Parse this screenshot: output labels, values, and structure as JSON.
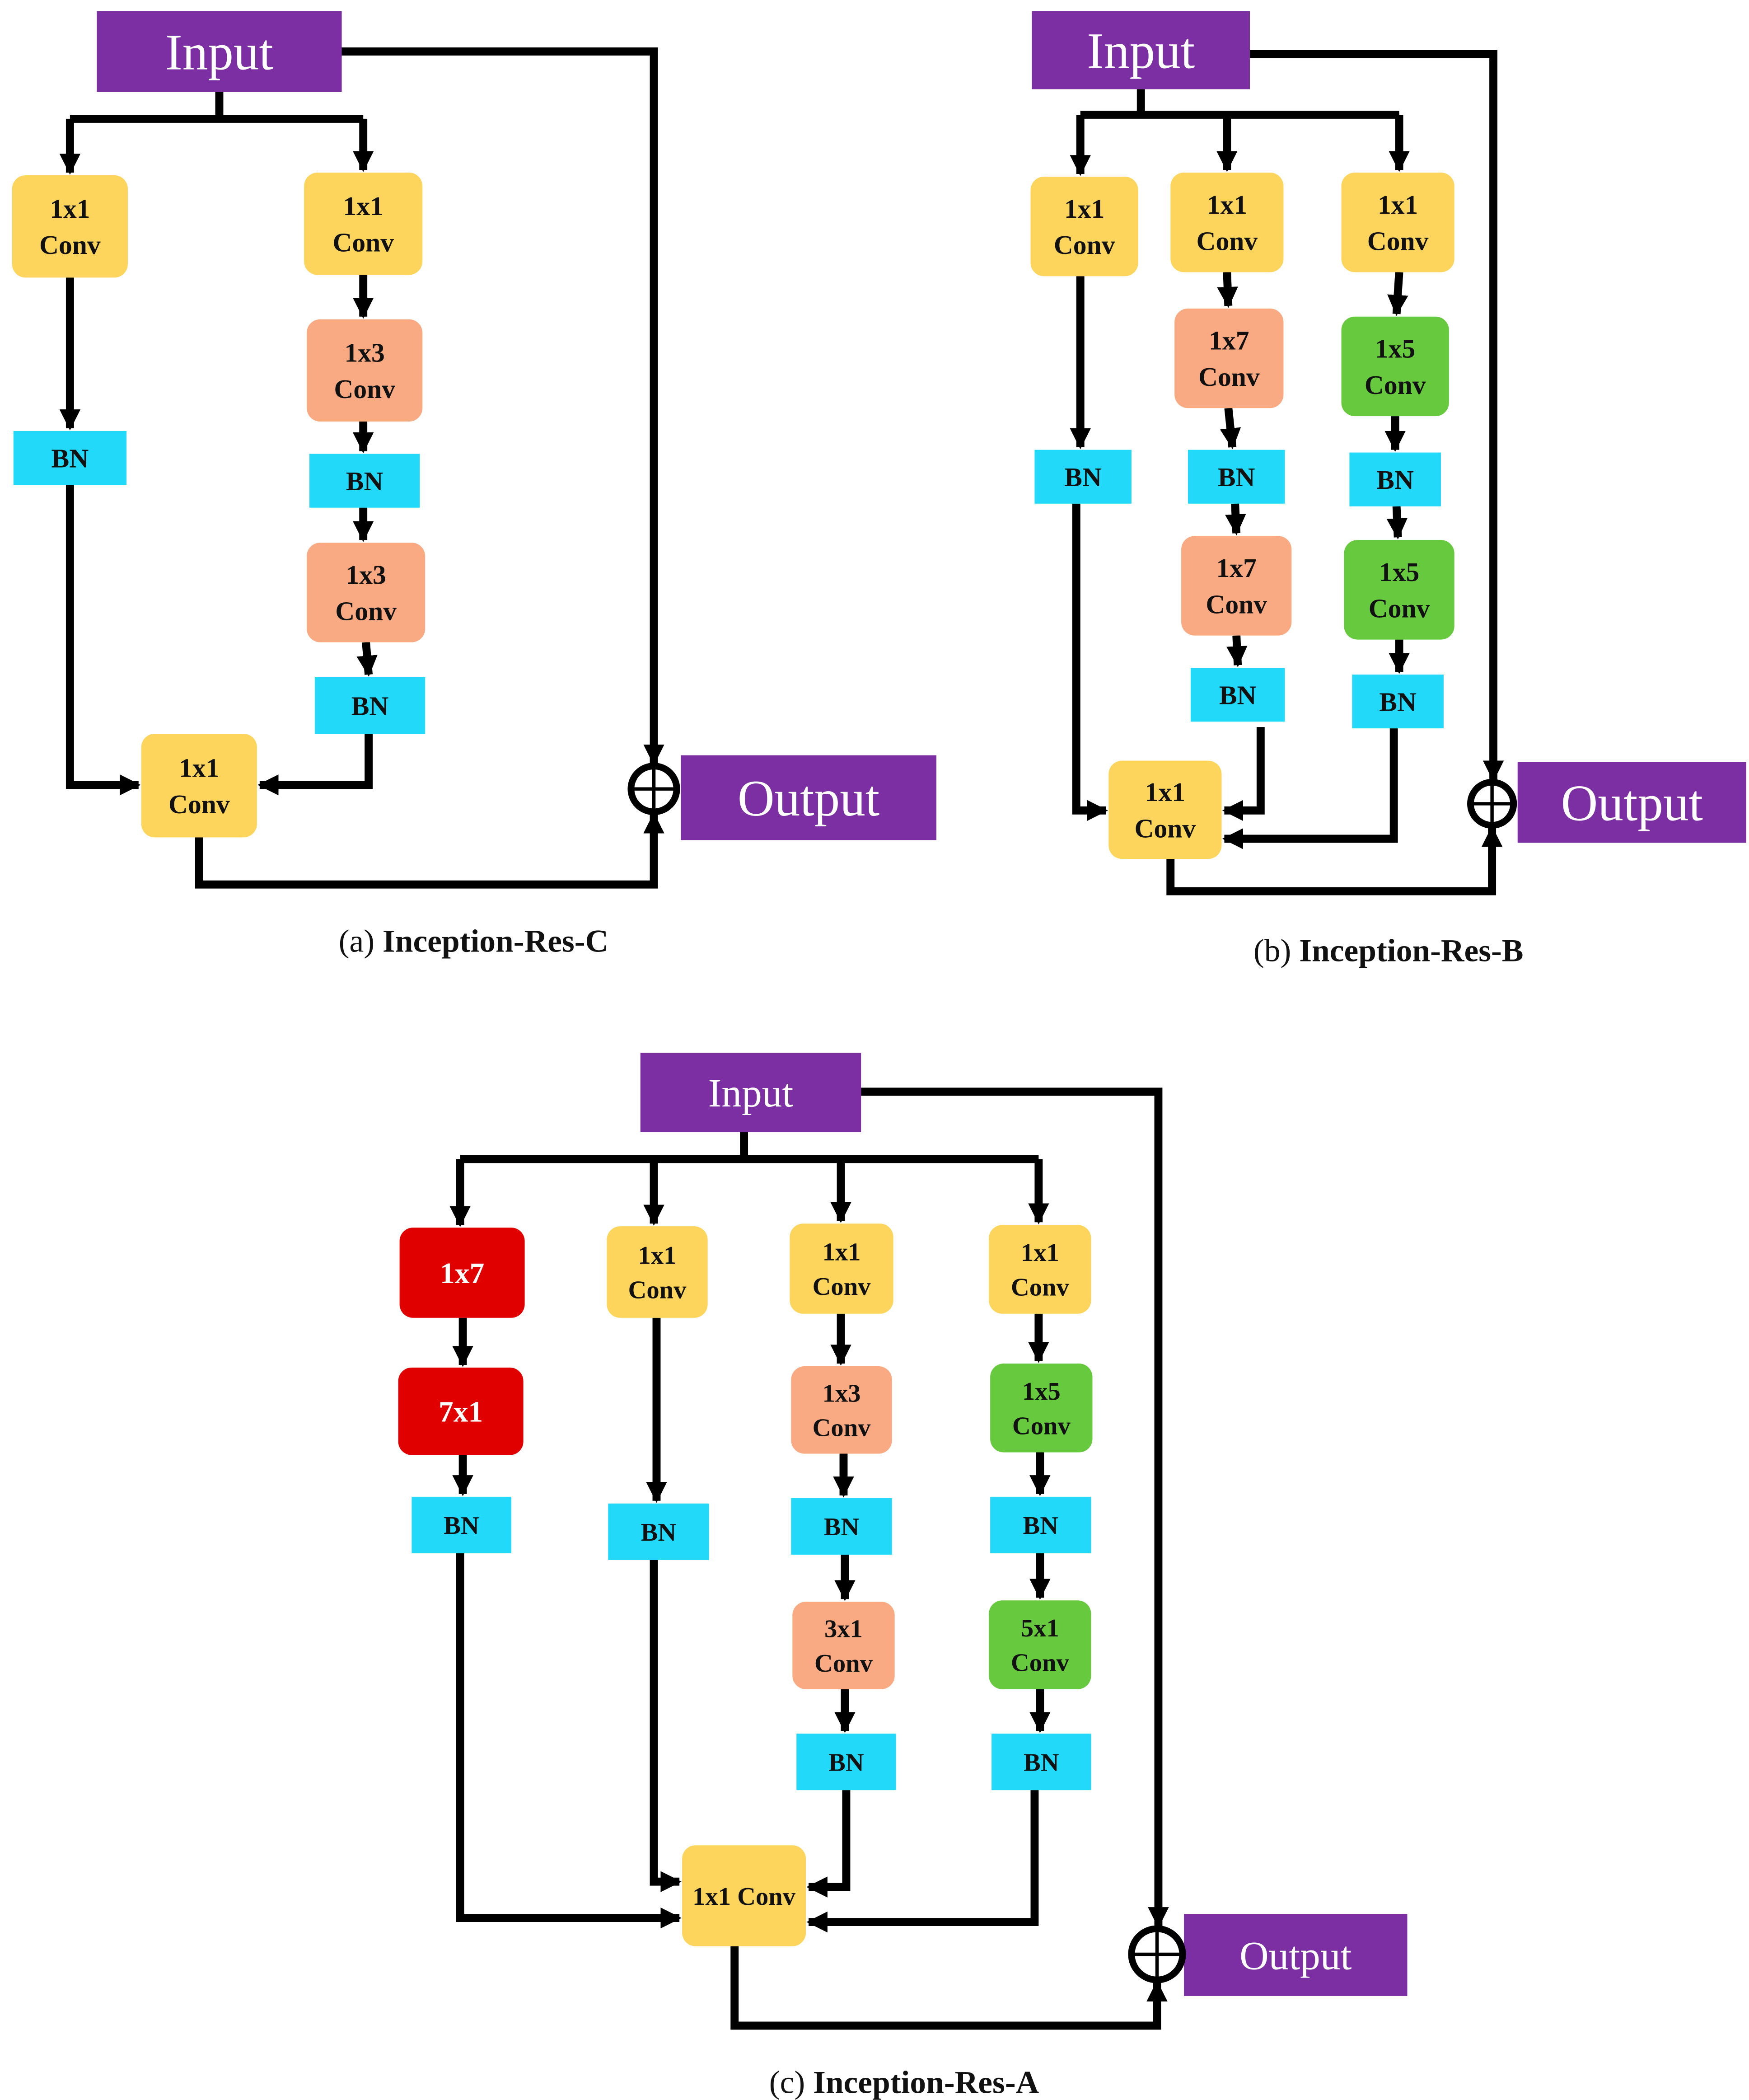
{
  "colors": {
    "io": "#7B2FA3",
    "conv1x1": "#FDD55C",
    "conv_salmon": "#F9AA82",
    "conv_green": "#66C93E",
    "conv_red": "#E00000",
    "bn": "#22D9F9"
  },
  "diagrams": {
    "c": {
      "caption_prefix": "(a) ",
      "caption": "Inception-Res-C",
      "input": "Input",
      "output": "Output",
      "b1_conv": [
        "1x1",
        "Conv"
      ],
      "b1_bn": "BN",
      "b2_conv1": [
        "1x1",
        "Conv"
      ],
      "b2_conv2": [
        "1x3",
        "Conv"
      ],
      "b2_bn1": "BN",
      "b2_conv3": [
        "1x3",
        "Conv"
      ],
      "b2_bn2": "BN",
      "merge": [
        "1x1",
        "Conv"
      ]
    },
    "b": {
      "caption_prefix": "(b) ",
      "caption": "Inception-Res-B",
      "input": "Input",
      "output": "Output",
      "b1_conv": [
        "1x1",
        "Conv"
      ],
      "b1_bn": "BN",
      "b2_conv1": [
        "1x1",
        "Conv"
      ],
      "b2_conv2": [
        "1x7",
        "Conv"
      ],
      "b2_bn1": "BN",
      "b2_conv3": [
        "1x7",
        "Conv"
      ],
      "b2_bn2": "BN",
      "b3_conv1": [
        "1x1",
        "Conv"
      ],
      "b3_conv2": [
        "1x5",
        "Conv"
      ],
      "b3_bn1": "BN",
      "b3_conv3": [
        "1x5",
        "Conv"
      ],
      "b3_bn2": "BN",
      "merge": [
        "1x1",
        "Conv"
      ]
    },
    "a": {
      "caption_prefix": "(c) ",
      "caption": "Inception-Res-A",
      "input": "Input",
      "output": "Output",
      "b1_conv1": "1x7",
      "b1_conv2": "7x1",
      "b1_bn": "BN",
      "b2_conv": [
        "1x1",
        "Conv"
      ],
      "b2_bn": "BN",
      "b3_conv1": [
        "1x1",
        "Conv"
      ],
      "b3_conv2": [
        "1x3",
        "Conv"
      ],
      "b3_bn1": "BN",
      "b3_conv3": [
        "3x1",
        "Conv"
      ],
      "b3_bn2": "BN",
      "b4_conv1": [
        "1x1",
        "Conv"
      ],
      "b4_conv2": [
        "1x5",
        "Conv"
      ],
      "b4_bn1": "BN",
      "b4_conv3": [
        "5x1",
        "Conv"
      ],
      "b4_bn2": "BN",
      "merge": "1x1 Conv"
    }
  }
}
